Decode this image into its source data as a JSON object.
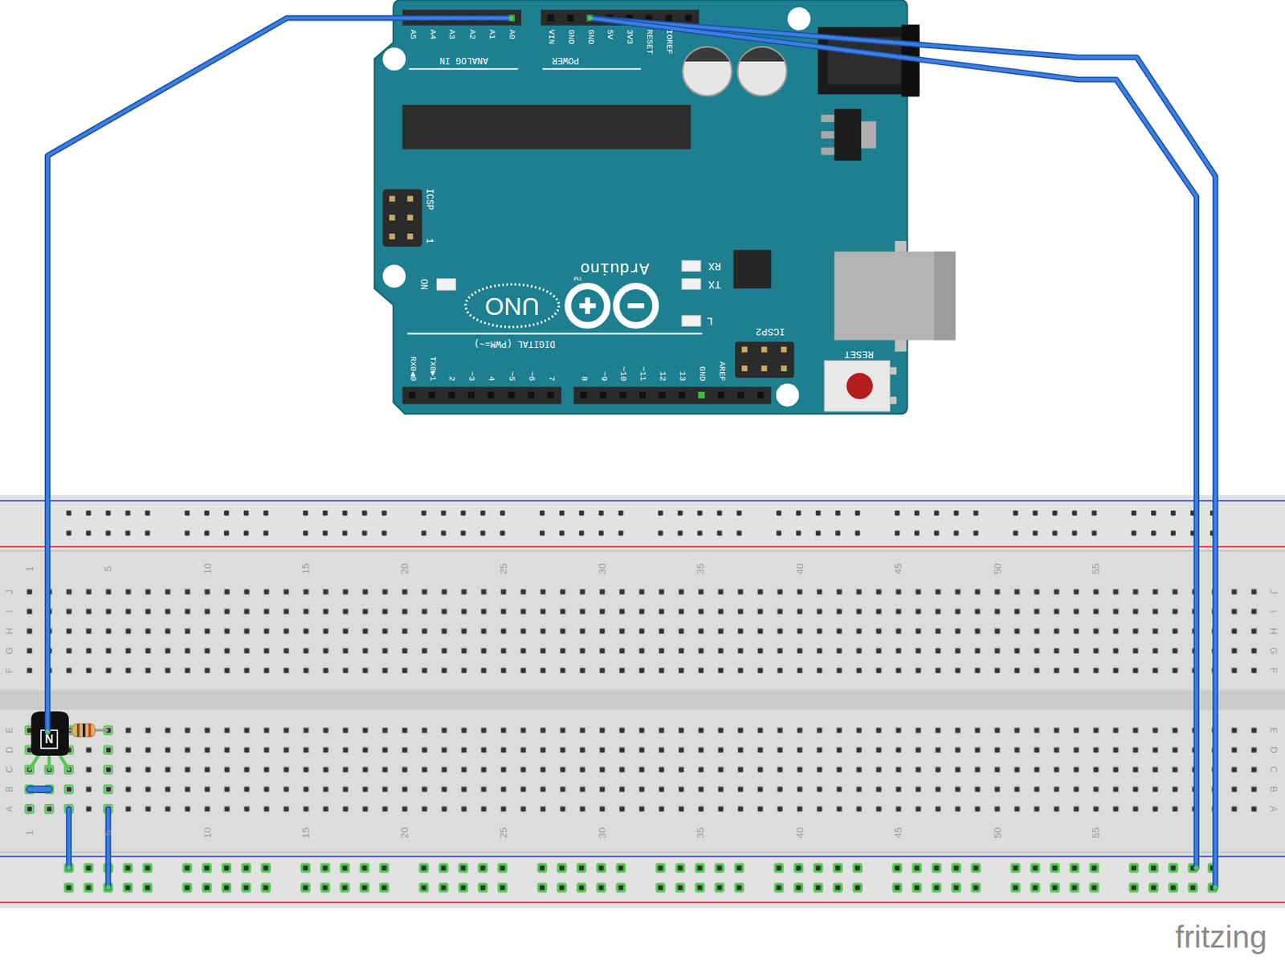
{
  "diagram": {
    "labels": [
      "ANALOG IN",
      "A5",
      "A4",
      "A3",
      "A2",
      "A1",
      "A0",
      "VIN",
      "GND",
      "GND",
      "5V",
      "3V3",
      "RESET",
      "IOREF",
      "POWER",
      "ICSP",
      "1",
      "ON",
      "UNO",
      "Arduino",
      "TM",
      "RX",
      "TX",
      "L",
      "DIGITAL (PWM=~)",
      "RX0◀0",
      "TX0▶1",
      "2",
      "~3",
      "4",
      "~5",
      "~6",
      "7",
      "8",
      "~9",
      "~10",
      "~11",
      "12",
      "13",
      "GND",
      "AREF",
      "ICSP2",
      "RESET",
      "N",
      "1",
      "5",
      "10",
      "15",
      "20",
      "25",
      "30",
      "35",
      "40",
      "45",
      "50",
      "55",
      "J",
      "I",
      "H",
      "G",
      "F",
      "J",
      "I",
      "H",
      "G",
      "F",
      "E",
      "D",
      "C",
      "B",
      "A",
      "E",
      "D",
      "C",
      "B",
      "A",
      "1",
      "5",
      "10",
      "15",
      "20",
      "25",
      "30",
      "35",
      "40",
      "45",
      "50",
      "55",
      "fritzing"
    ]
  }
}
